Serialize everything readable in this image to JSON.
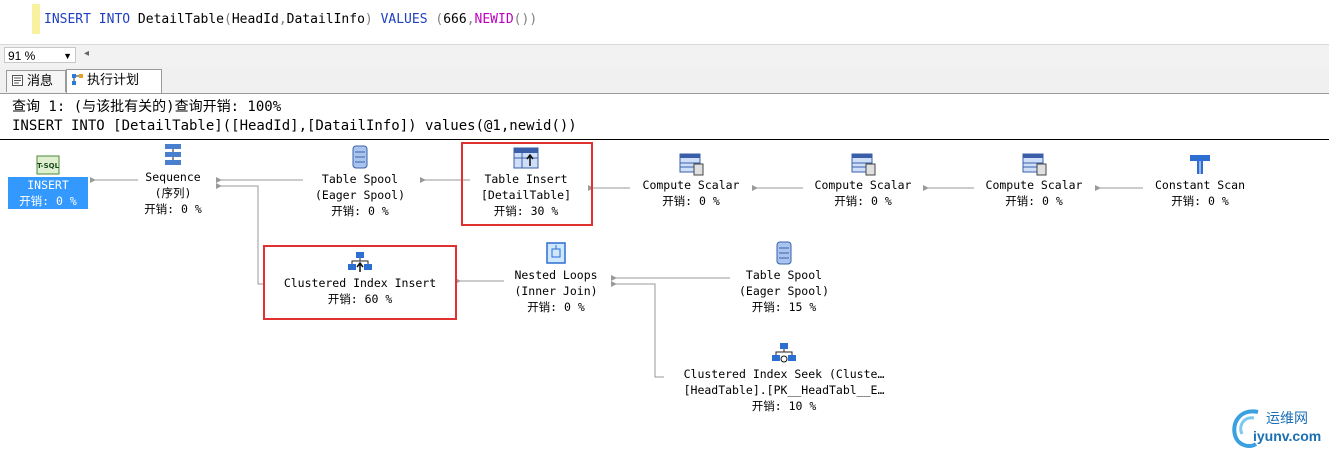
{
  "editor": {
    "sql_parts": [
      "INSERT INTO",
      " DetailTable",
      "(",
      "HeadId",
      ",",
      "DatailInfo",
      ")",
      " VALUES ",
      "(",
      "666",
      ",",
      "NEWID",
      "()",
      ")"
    ]
  },
  "zoom": {
    "value": "91 %"
  },
  "tabs": [
    {
      "label": "消息",
      "icon": "message-icon"
    },
    {
      "label": "执行计划",
      "icon": "execution-plan-icon"
    }
  ],
  "plan": {
    "header_line1": "查询 1: (与该批有关的)查询开销: 100%",
    "header_line2": "INSERT INTO [DetailTable]([HeadId],[DatailInfo]) values(@1,newid())",
    "operators": {
      "insert": {
        "title": "INSERT",
        "cost": "开销: 0 %",
        "icon": "tsql-icon"
      },
      "sequence": {
        "title": "Sequence",
        "sub": "(序列)",
        "cost": "开销: 0 %",
        "icon": "sequence-icon"
      },
      "table_spool_1": {
        "title": "Table Spool",
        "sub": "(Eager Spool)",
        "cost": "开销: 0 %",
        "icon": "table-spool-icon"
      },
      "table_insert": {
        "title": "Table Insert",
        "sub": "[DetailTable]",
        "cost": "开销: 30 %",
        "icon": "table-insert-icon"
      },
      "compute_scalar_1": {
        "title": "Compute Scalar",
        "cost": "开销: 0 %",
        "icon": "compute-scalar-icon"
      },
      "compute_scalar_2": {
        "title": "Compute Scalar",
        "cost": "开销: 0 %",
        "icon": "compute-scalar-icon"
      },
      "compute_scalar_3": {
        "title": "Compute Scalar",
        "cost": "开销: 0 %",
        "icon": "compute-scalar-icon"
      },
      "constant_scan": {
        "title": "Constant Scan",
        "cost": "开销: 0 %",
        "icon": "constant-scan-icon"
      },
      "clustered_index_insert": {
        "title": "Clustered Index Insert",
        "cost": "开销: 60 %",
        "icon": "clustered-index-insert-icon"
      },
      "nested_loops": {
        "title": "Nested Loops",
        "sub": "(Inner Join)",
        "cost": "开销: 0 %",
        "icon": "nested-loops-icon"
      },
      "table_spool_2": {
        "title": "Table Spool",
        "sub": "(Eager Spool)",
        "cost": "开销: 15 %",
        "icon": "table-spool-icon"
      },
      "clustered_index_seek": {
        "title": "Clustered Index Seek (Cluste…",
        "sub": "[HeadTable].[PK__HeadTabl__E…",
        "cost": "开销: 10 %",
        "icon": "clustered-index-seek-icon"
      }
    }
  },
  "watermark": {
    "line1": "运维网",
    "line2": "iyunv.com"
  },
  "colors": {
    "selection": "#3399ff",
    "highlight_box": "#e03030",
    "keyword": "#1f3fbf",
    "function": "#c000c0"
  }
}
